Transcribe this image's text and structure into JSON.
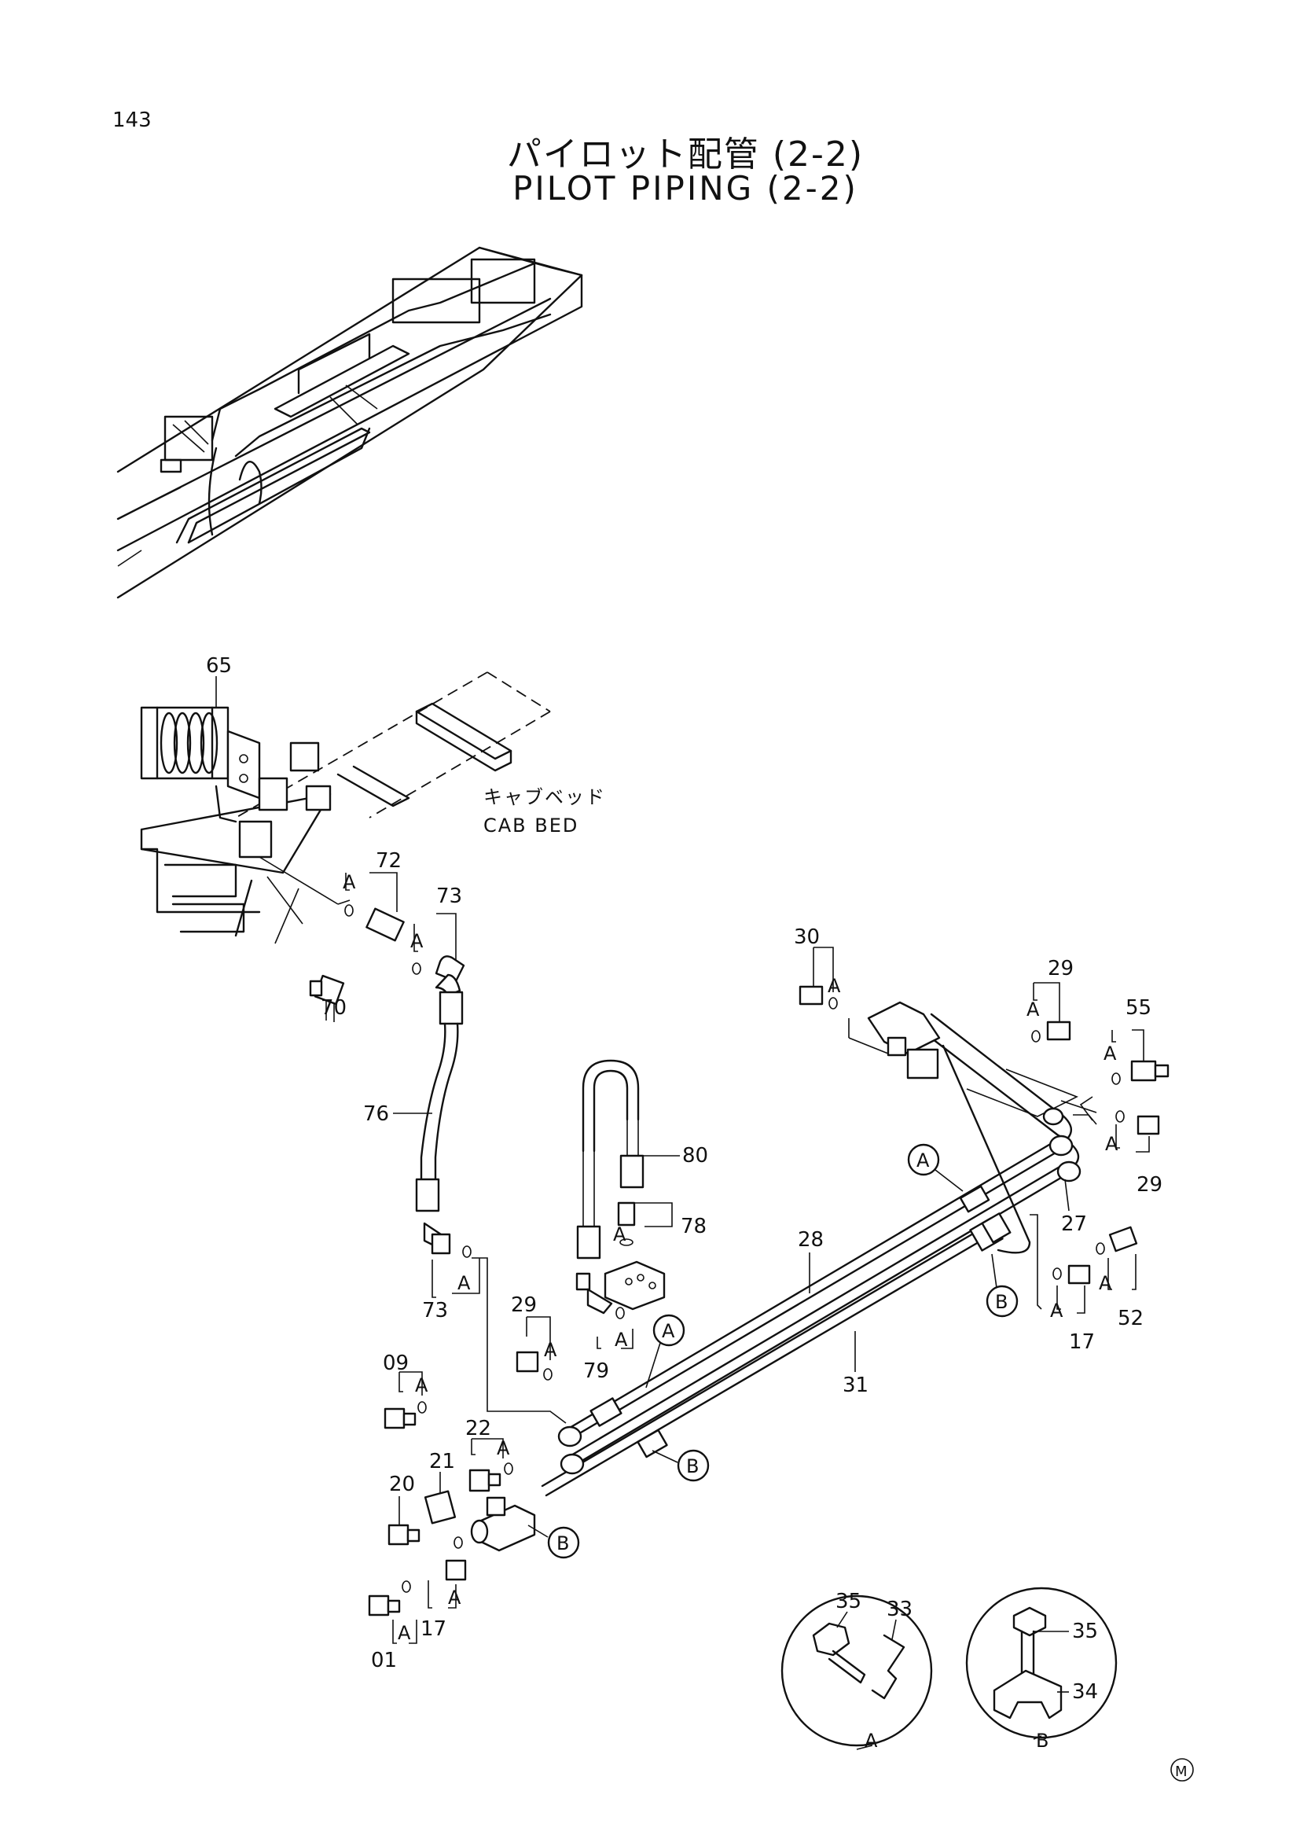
{
  "page_number": "143",
  "title_jp": "パイロット配管 (2-2)",
  "title_en": "PILOT PIPING (2-2)",
  "cab_bed_label_jp": "キャブベッド",
  "cab_bed_label_en": "CAB BED",
  "callouts": {
    "p65": "65",
    "p72": "72",
    "p73a": "73",
    "p70": "70",
    "p76": "76",
    "p73b": "73",
    "p80": "80",
    "p78": "78",
    "p29a": "29",
    "p79": "79",
    "p09": "09",
    "p22": "22",
    "p21": "21",
    "p20": "20",
    "p17a": "17",
    "p01": "01",
    "p28": "28",
    "p31": "31",
    "p30": "30",
    "p29b": "29",
    "p55": "55",
    "p29c": "29",
    "p27": "27",
    "p17b": "17",
    "p52": "52",
    "p35a": "35",
    "p33": "33",
    "p35b": "35",
    "p34": "34"
  },
  "marker_A": "A",
  "marker_B": "B",
  "detail_A_label": "A",
  "detail_B_label": "B",
  "corner_mark": "M"
}
